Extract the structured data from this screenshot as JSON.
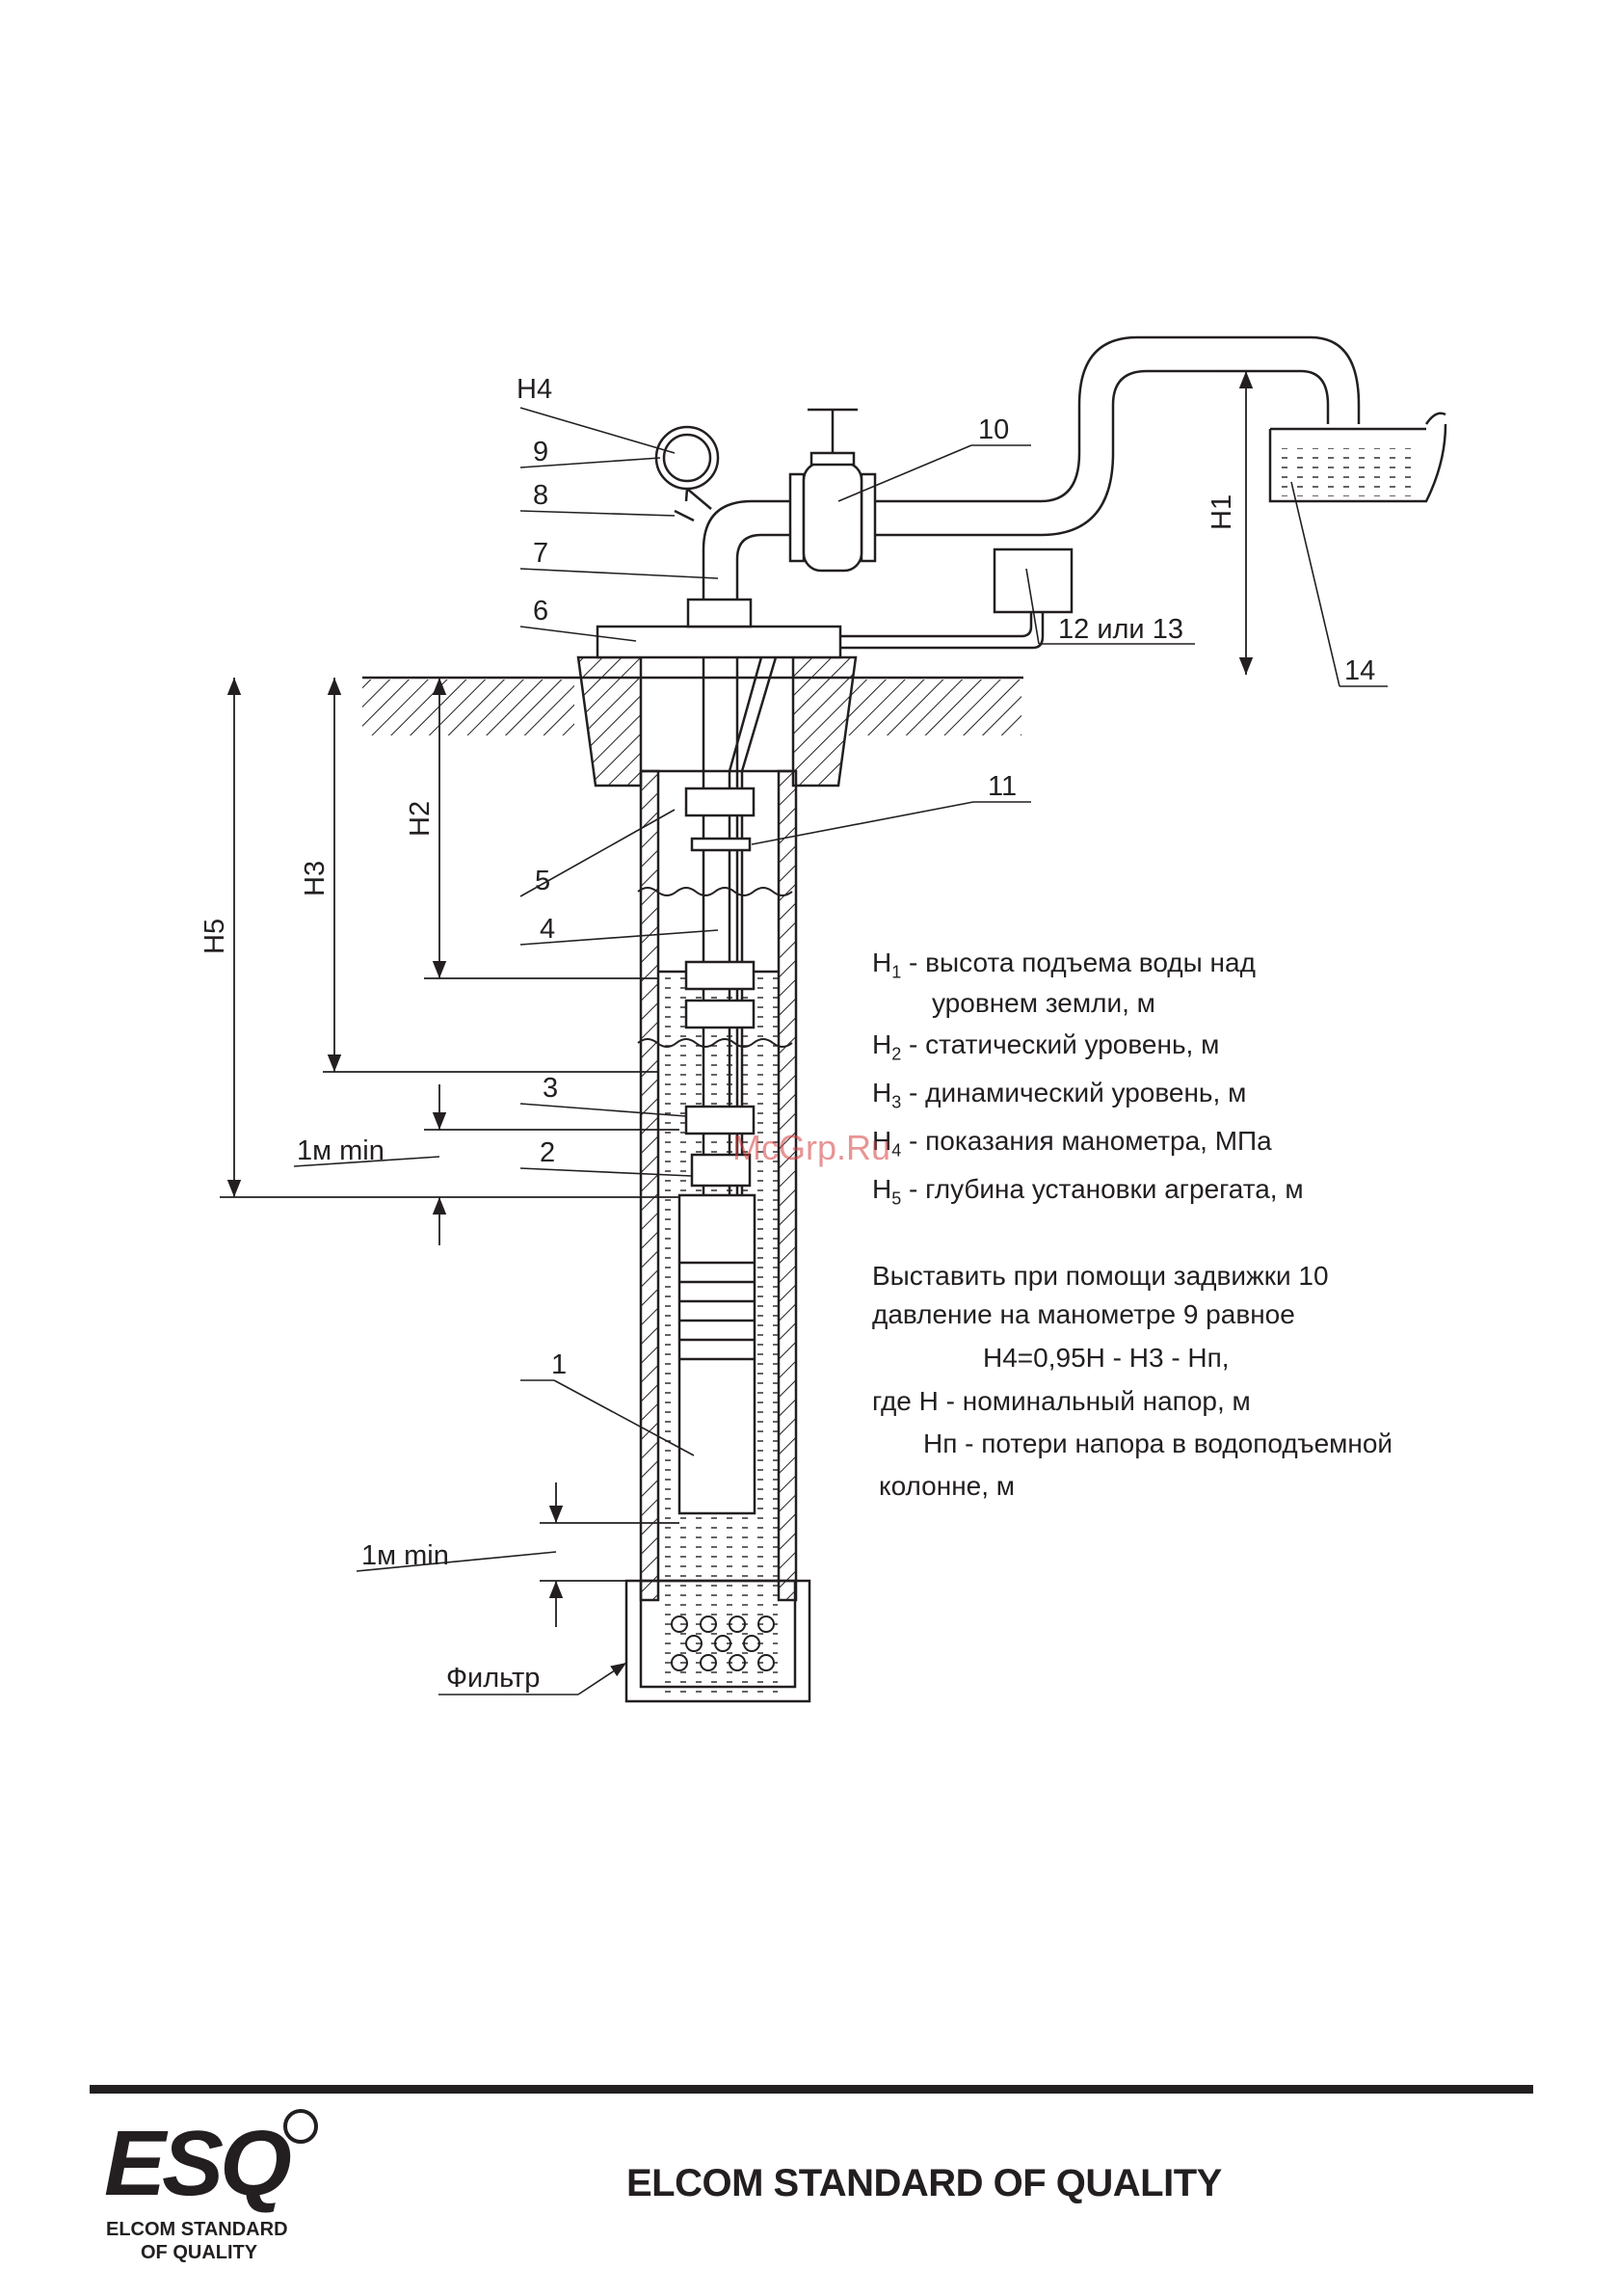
{
  "labels": {
    "h4": "H4",
    "n9": "9",
    "n8": "8",
    "n7": "7",
    "n6": "6",
    "n10": "10",
    "n12_13": "12 или 13",
    "n14": "14",
    "h1": "H1",
    "n11": "11",
    "n5": "5",
    "n4": "4",
    "n3": "3",
    "n2": "2",
    "n1": "1",
    "h2": "H2",
    "h3": "H3",
    "h5": "H5",
    "min_top": "1м min",
    "min_bottom": "1м min",
    "filter": "Фильтр"
  },
  "legend": [
    {
      "sym": "H",
      "sub": "1",
      "text": " - высота подъема воды над"
    },
    {
      "sym": "",
      "sub": "",
      "text": "уровнем земли, м"
    },
    {
      "sym": "H",
      "sub": "2",
      "text": " - статический уровень, м"
    },
    {
      "sym": "H",
      "sub": "3",
      "text": " - динамический уровень, м"
    },
    {
      "sym": "H",
      "sub": "4",
      "text": " - показания манометра, МПа"
    },
    {
      "sym": "H",
      "sub": "5",
      "text": " - глубина установки агрегата, м"
    }
  ],
  "instruction": {
    "line1": "Выставить при помощи задвижки 10",
    "line2": "давление на манометре 9 равное",
    "formula": "H4=0,95H - H3 - Hп,",
    "where_prefix": "где  H - номинальный напор, м",
    "hp_line": "Hп - потери напора в водоподъемной",
    "hp_cont": "колонне, м"
  },
  "watermark": "McGrp.Ru",
  "footer": {
    "logo_mark": "ESQ",
    "logo_line1": "ELCOM STANDARD",
    "logo_line2": "OF QUALITY",
    "title": "ELCOM STANDARD OF QUALITY"
  }
}
